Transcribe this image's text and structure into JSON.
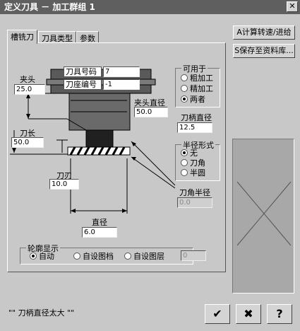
{
  "window": {
    "title": "定义刀具 － 加工群组 1",
    "close_glyph": "✕"
  },
  "tabs": [
    {
      "label": "槽铣刀"
    },
    {
      "label": "刀具类型"
    },
    {
      "label": "参数"
    }
  ],
  "diagram": {
    "tool_number_label": "刀具号码",
    "tool_number_value": "7",
    "holder_number_label": "刀座编号",
    "holder_number_value": "-1",
    "chuck_label": "夹头",
    "chuck_value": "25.0",
    "chuck_diameter_label": "夹头直径",
    "chuck_diameter_value": "50.0",
    "tool_length_label": "刀长",
    "tool_length_value": "50.0",
    "flute_label": "刀刃",
    "flute_value": "10.0",
    "diameter_label": "直径",
    "diameter_value": "6.0",
    "shank_diameter_label": "刀柄直径",
    "shank_diameter_value": "12.5",
    "corner_radius_label": "刀角半径",
    "corner_radius_value": "0.0"
  },
  "use_for": {
    "title": "可用于",
    "options": [
      "粗加工",
      "精加工",
      "两者"
    ],
    "selected": 2
  },
  "radius_type": {
    "title": "半径形式",
    "options": [
      "无",
      "刀角",
      "半圆"
    ],
    "selected": 0
  },
  "profile": {
    "title": "轮廓显示",
    "options": [
      "自动",
      "自设图档",
      "自设图层"
    ],
    "selected": 0,
    "layer_value": "0"
  },
  "buttons": {
    "calc_label": "A计算转速/进给",
    "save_label": "S保存至资料库...",
    "ok_glyph": "✔",
    "cancel_glyph": "✖",
    "help_glyph": "?"
  },
  "status": {
    "text": "\"\" 刀柄直径太大 \"\""
  },
  "colors": {
    "titlebar": "#5f5f5f",
    "preview_bg": "#a8a8a8",
    "cancel_red": "#b00000"
  }
}
